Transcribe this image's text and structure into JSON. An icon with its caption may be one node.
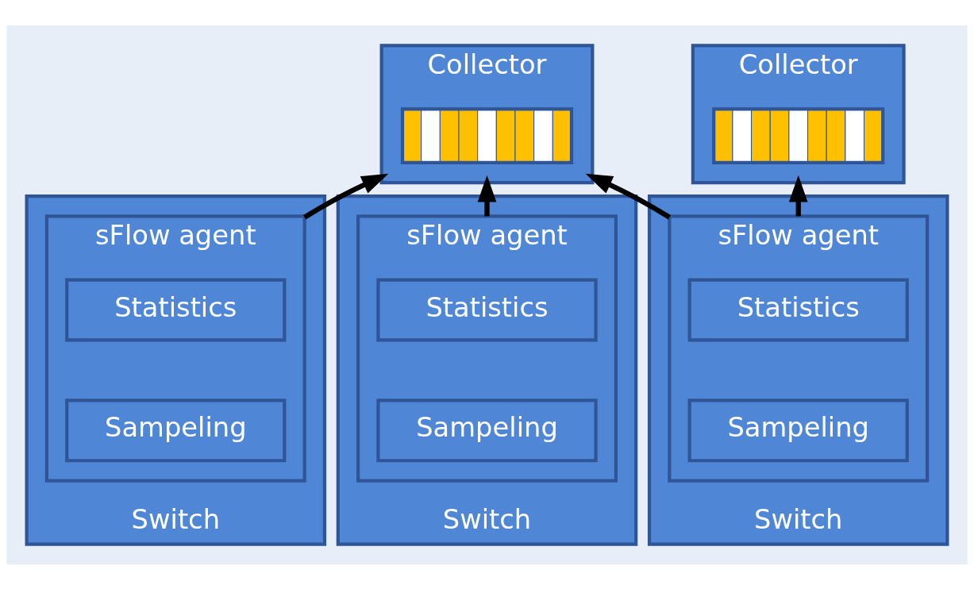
{
  "diagram": {
    "nodes": [
      {
        "text": [
          "Collector"
        ]
      },
      {
        "text": [],
        "shape": "picture",
        "in": 0
      },
      {
        "text": [
          "Collector"
        ]
      },
      {
        "text": [],
        "shape": "picture",
        "in": 2
      },
      {
        "text": [
          "Switch"
        ]
      },
      {
        "text": [
          "sFlow agent"
        ],
        "in": 4
      },
      {
        "text": [
          "Statistics"
        ],
        "in": 5
      },
      {
        "text": [
          "Sampeling"
        ],
        "in": 5
      },
      {
        "text": [
          "Switch"
        ]
      },
      {
        "text": [
          "sFlow agent"
        ],
        "in": 8
      },
      {
        "text": [
          "Statistics"
        ],
        "in": 9
      },
      {
        "text": [
          "Sampeling"
        ],
        "in": 9
      },
      {
        "text": [
          "Switch"
        ]
      },
      {
        "text": [
          "sFlow agent"
        ],
        "in": 12
      },
      {
        "text": [
          "Statistics"
        ],
        "in": 13
      },
      {
        "text": [
          "Sampeling"
        ],
        "in": 13
      }
    ],
    "edges": [
      {
        "from": 5,
        "to": 0,
        "arrow": "to"
      },
      {
        "from": 9,
        "to": 0,
        "arrow": "to"
      },
      {
        "from": 13,
        "to": 0,
        "arrow": "to"
      },
      {
        "from": 13,
        "to": 2,
        "arrow": "to"
      }
    ]
  }
}
